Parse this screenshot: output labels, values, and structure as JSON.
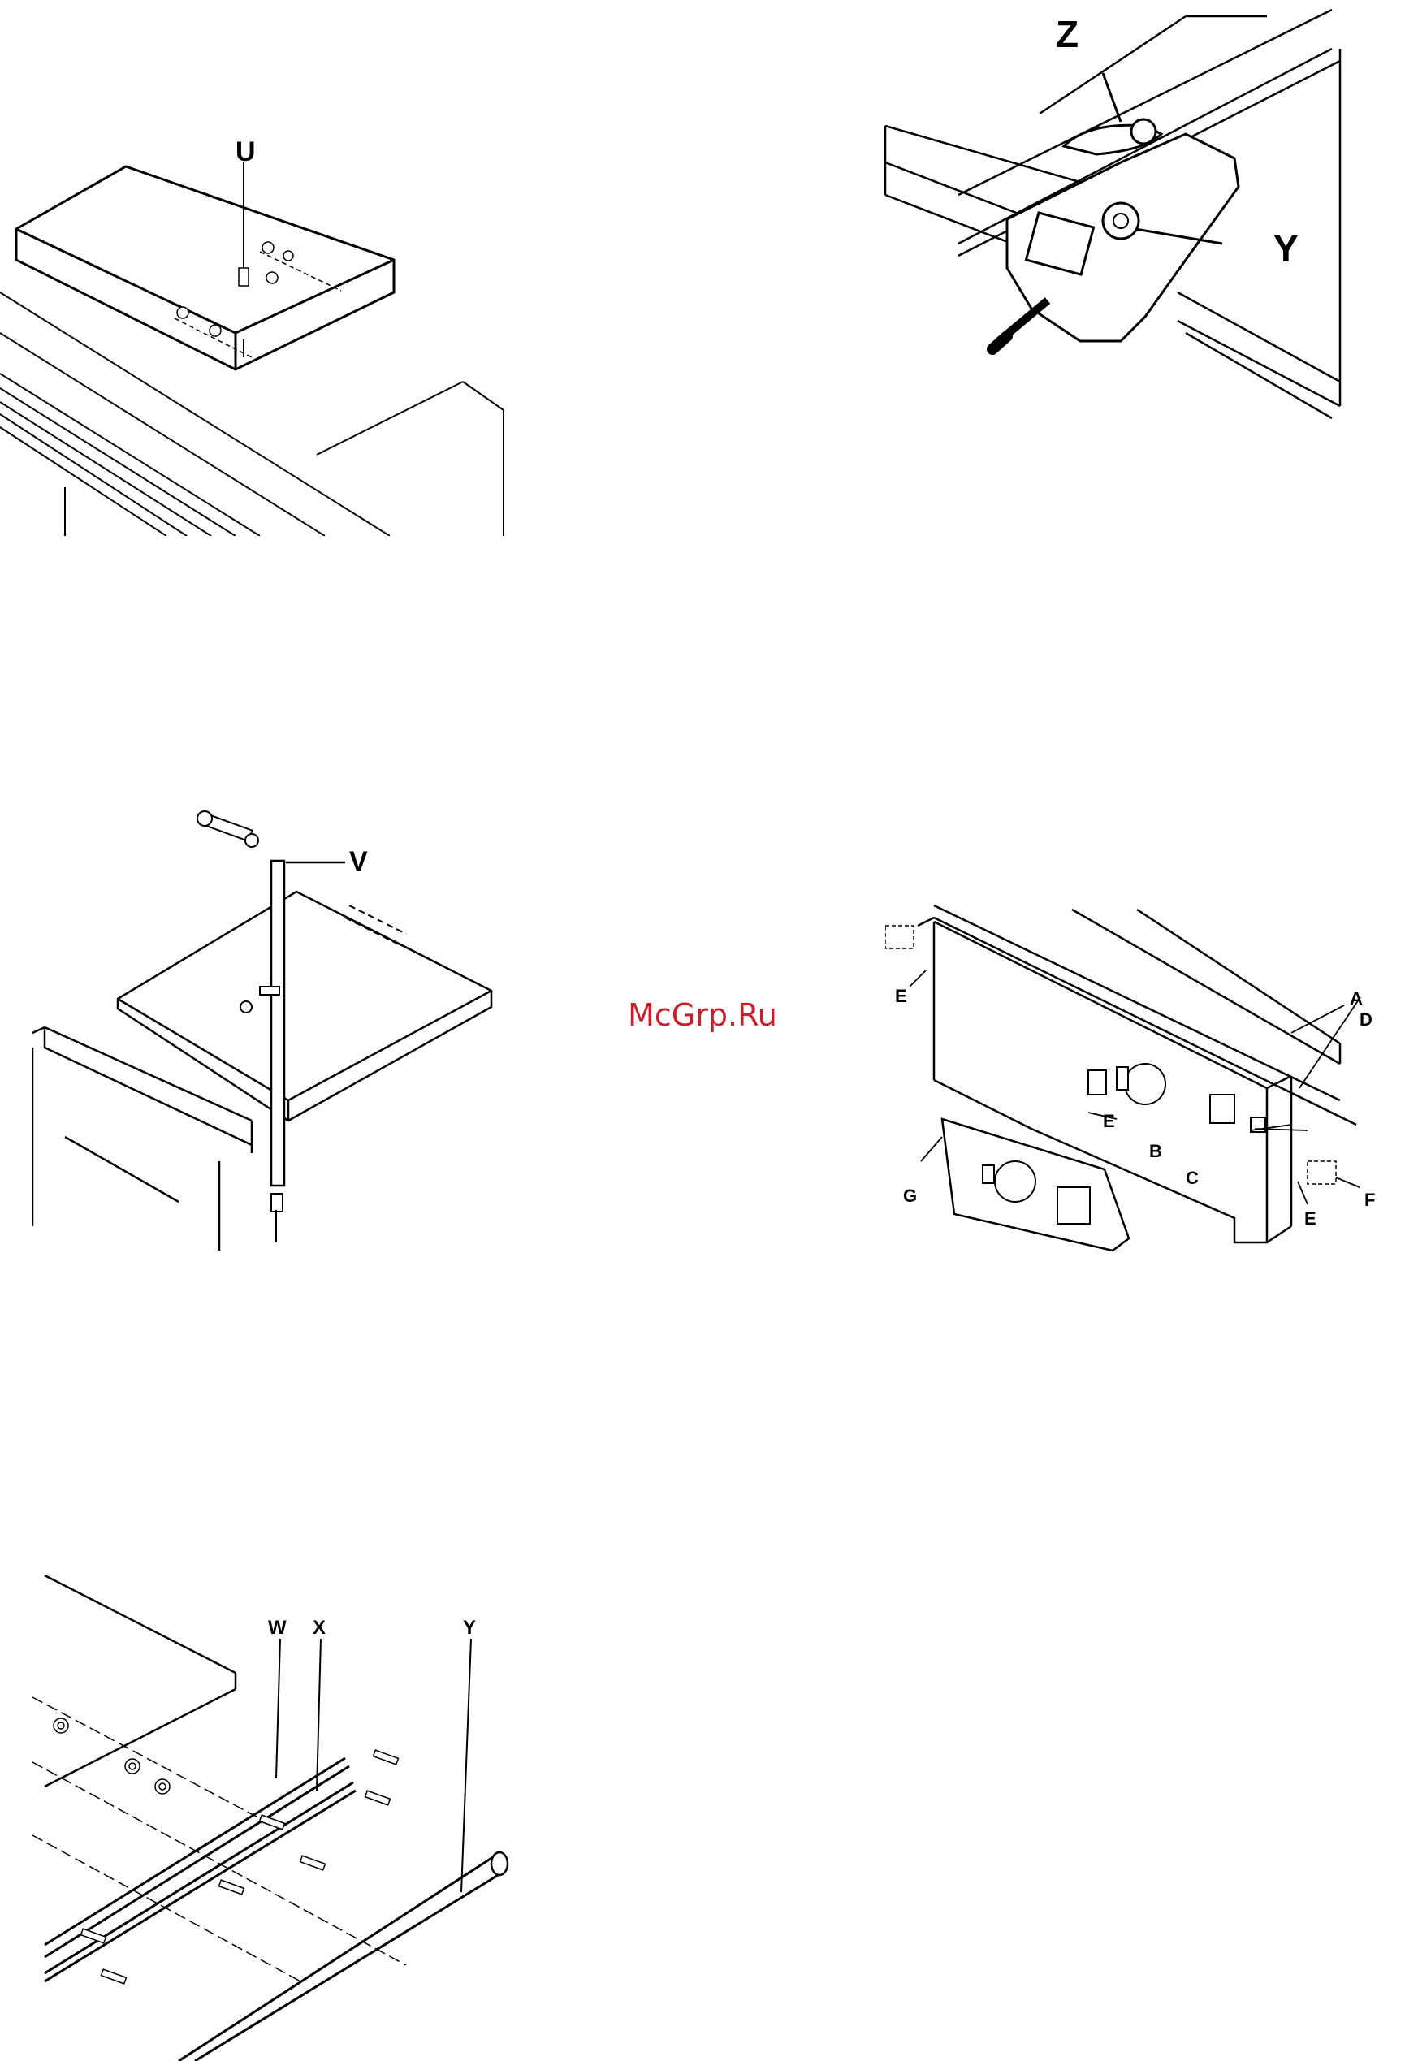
{
  "watermark": "McGrp.Ru",
  "figures": {
    "fig_u": {
      "callouts": [
        "U"
      ]
    },
    "fig_zy": {
      "callouts": [
        "Z",
        "Y"
      ]
    },
    "fig_v": {
      "callouts": [
        "V"
      ]
    },
    "fig_frame": {
      "callouts": [
        "A",
        "D",
        "E",
        "E",
        "B",
        "C",
        "G",
        "E",
        "F"
      ]
    },
    "fig_wxy": {
      "callouts": [
        "W",
        "X",
        "Y"
      ]
    }
  }
}
